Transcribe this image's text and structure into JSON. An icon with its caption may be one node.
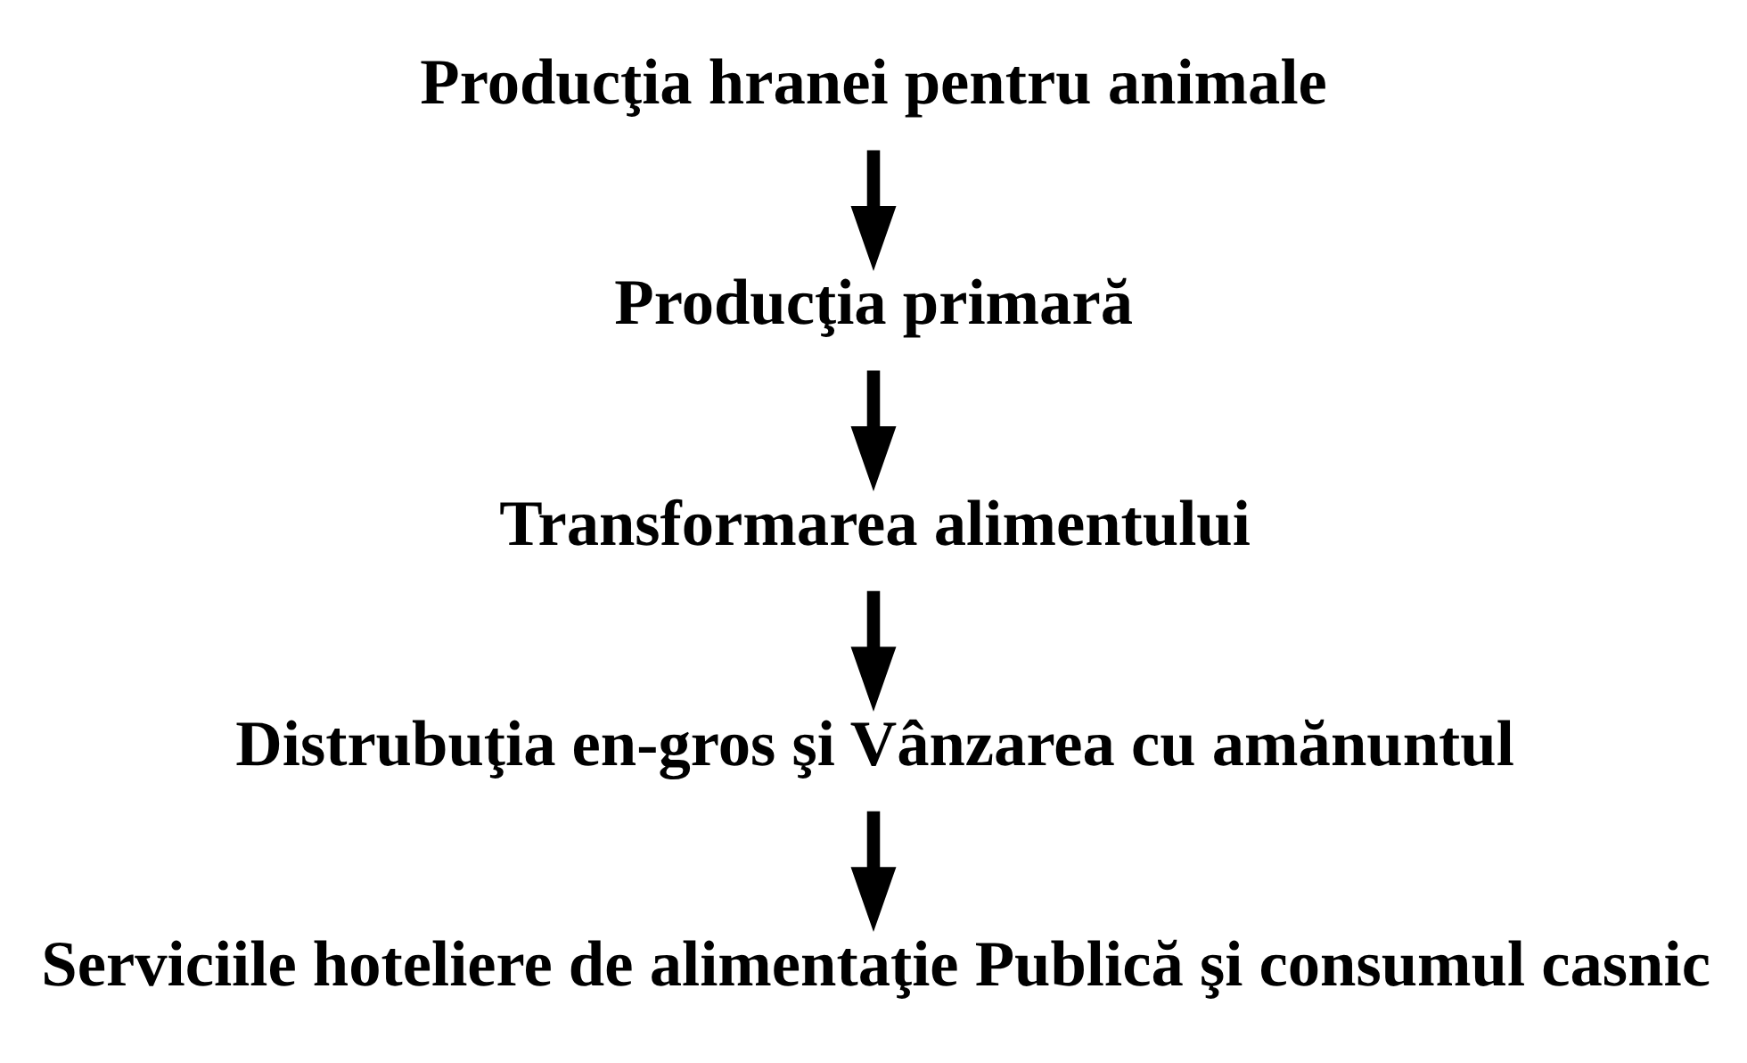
{
  "diagram": {
    "nodes": [
      {
        "text": [
          "Producţia hranei pentru animale"
        ]
      },
      {
        "text": [
          "Producţia primară"
        ]
      },
      {
        "text": [
          "Transformarea alimentului"
        ]
      },
      {
        "text": [
          "Distrubuţia en-gros şi Vânzarea cu amănuntul"
        ]
      },
      {
        "text": [
          "Serviciile hoteliere de alimentaţie Publică şi consumul casnic"
        ]
      }
    ],
    "edges": [
      {
        "from": 0,
        "to": 1,
        "arrow": "to"
      },
      {
        "from": 1,
        "to": 2,
        "arrow": "to"
      },
      {
        "from": 2,
        "to": 3,
        "arrow": "to"
      },
      {
        "from": 3,
        "to": 4,
        "arrow": "to"
      }
    ]
  }
}
